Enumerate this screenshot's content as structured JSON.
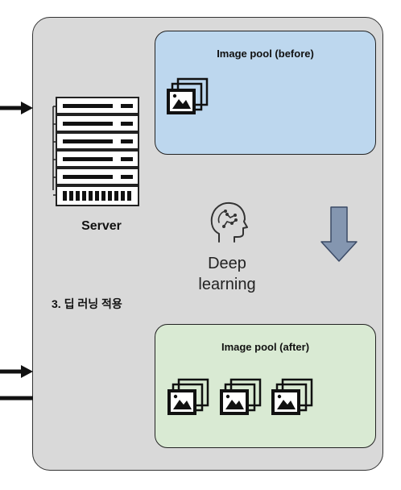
{
  "server": {
    "label": "Server"
  },
  "pool_before": {
    "title": "Image pool (before)",
    "image_count": 1
  },
  "pool_after": {
    "title": "Image pool (after)",
    "image_count": 3
  },
  "deep_learning": {
    "line1": "Deep",
    "line2": "learning"
  },
  "step": {
    "label": "3. 딥 러닝 적용"
  },
  "colors": {
    "panel": "#d9d9d9",
    "pool_before": "#bdd7ee",
    "pool_after": "#d9ead3",
    "down_arrow": "#8496b0"
  },
  "icons": [
    "server-rack-icon",
    "image-stack-icon",
    "brain-head-icon",
    "down-arrow-icon",
    "right-arrow-icon"
  ]
}
